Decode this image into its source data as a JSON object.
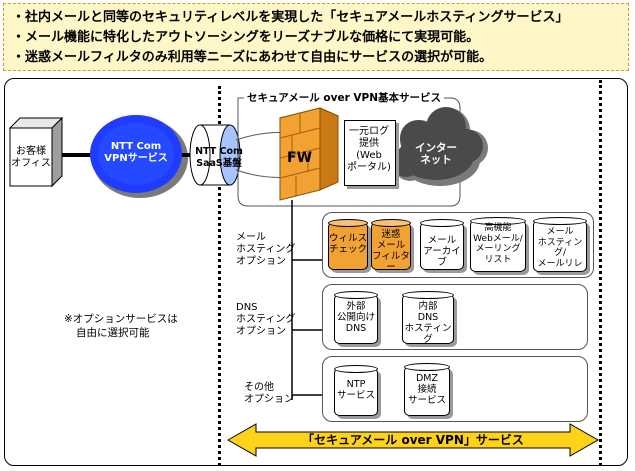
{
  "banner": {
    "lines": [
      "・社内メールと同等のセキュリティレベルを実現した「セキュアメールホスティングサービス」",
      "・メール機能に特化したアウトソーシングをリーズナブルな価格にて実現可能。",
      "・迷惑メールフィルタのみ利用等ニーズにあわせて自由にサービスの選択が可能。"
    ]
  },
  "diagram": {
    "customer_office": [
      "お客様",
      "オフィス"
    ],
    "ntt_vpn": [
      "NTT Com",
      "VPNサービス"
    ],
    "saas_base": [
      "NTT Com",
      "SaaS基盤"
    ],
    "basic_service_title": "セキュアメール over VPN基本サービス",
    "fw_label": "FW",
    "log_portal": [
      "一元ログ",
      "提供",
      "(Web",
      "ポータル)"
    ],
    "internet": [
      "インター",
      "ネット"
    ],
    "option_note": [
      "※オプションサービスは",
      "自由に選択可能"
    ],
    "mail_hosting_option": {
      "label": [
        "メール",
        "ホスティング",
        "オプション"
      ],
      "items": [
        {
          "lines": [
            "ウィルス",
            "チェック"
          ],
          "highlight": true
        },
        {
          "lines": [
            "迷惑",
            "メール",
            "フィルター"
          ],
          "highlight": true
        },
        {
          "lines": [
            "メール",
            "アーカイブ"
          ],
          "highlight": false
        },
        {
          "lines": [
            "高機能",
            "Webメール/",
            "メーリング",
            "リスト"
          ],
          "highlight": false
        },
        {
          "lines": [
            "メール",
            "ホスティング/",
            "メールリレ"
          ],
          "highlight": false
        }
      ]
    },
    "dns_option": {
      "label": [
        "DNS",
        "ホスティング",
        "オプション"
      ],
      "items": [
        {
          "lines": [
            "外部",
            "公開向け",
            "DNS"
          ]
        },
        {
          "lines": [
            "内部",
            "DNS",
            "ホスティング"
          ]
        }
      ]
    },
    "other_option": {
      "label": [
        "その他",
        "オプション"
      ],
      "items": [
        {
          "lines": [
            "NTP",
            "サービス"
          ]
        },
        {
          "lines": [
            "DMZ",
            "接続",
            "サービス"
          ]
        }
      ]
    },
    "bottom_arrow_label": "「セキュアメール over VPN」サービス"
  },
  "colors": {
    "banner_bg": "#fff7c8",
    "banner_border": "#d39b2a",
    "vpn_blue": "#1f3cff",
    "fw_orange": "#f2a233",
    "arrow_yellow": "#ffd21a"
  }
}
